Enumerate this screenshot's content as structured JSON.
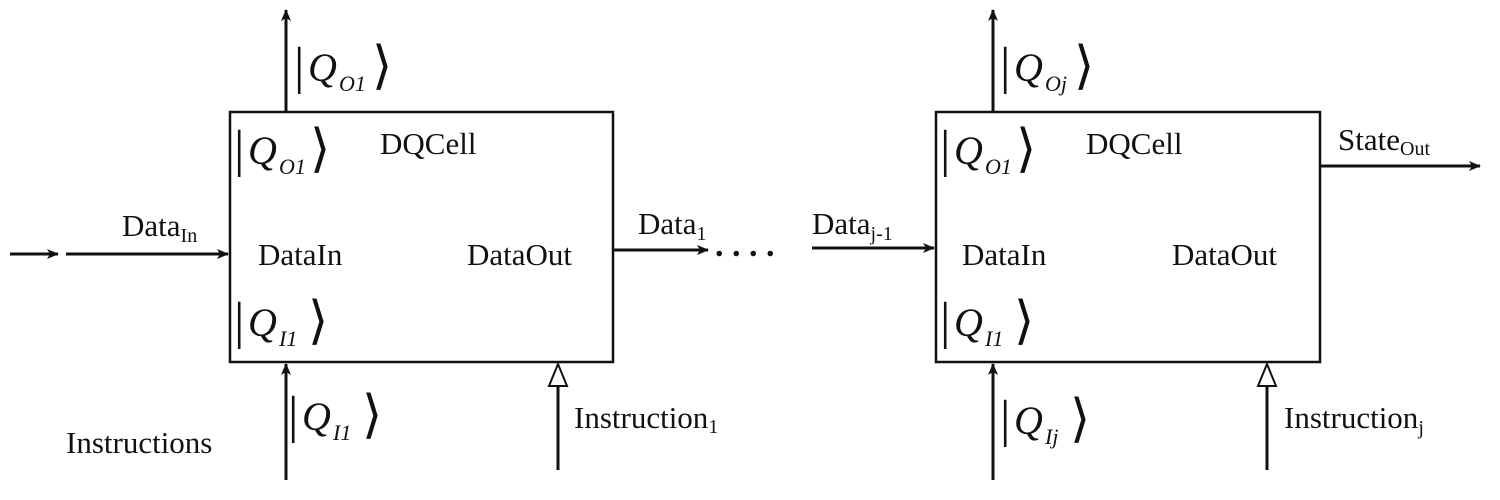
{
  "cells": [
    {
      "title": "DQCell",
      "data_in": "DataIn",
      "data_out": "DataOut",
      "ket_top": "Q",
      "ket_top_sub": "O1",
      "ket_bottom": "Q",
      "ket_bottom_sub": "I1"
    },
    {
      "title": "DQCell",
      "data_in": "DataIn",
      "data_out": "DataOut",
      "ket_top": "Q",
      "ket_top_sub": "O1",
      "ket_bottom": "Q",
      "ket_bottom_sub": "I1"
    }
  ],
  "ket_bar": "|",
  "ket_angle": "⟩",
  "external": {
    "data_in": "Data",
    "data_in_sub": "In",
    "data_1": "Data",
    "data_1_sub": "1",
    "data_j1": "Data",
    "data_j1_sub": "j-1",
    "state_out": "State",
    "state_out_sub": "Out",
    "instructions": "Instructions",
    "instruction_1": "Instruction",
    "instruction_1_sub": "1",
    "instruction_j": "Instruction",
    "instruction_j_sub": "j",
    "ket_out_1": "Q",
    "ket_out_1_sub": "O1",
    "ket_in_1": "Q",
    "ket_in_1_sub": "I1",
    "ket_out_j": "Q",
    "ket_out_j_sub": "Oj",
    "ket_in_j": "Q",
    "ket_in_j_sub": "Ij",
    "ellipsis": ". . . ."
  }
}
